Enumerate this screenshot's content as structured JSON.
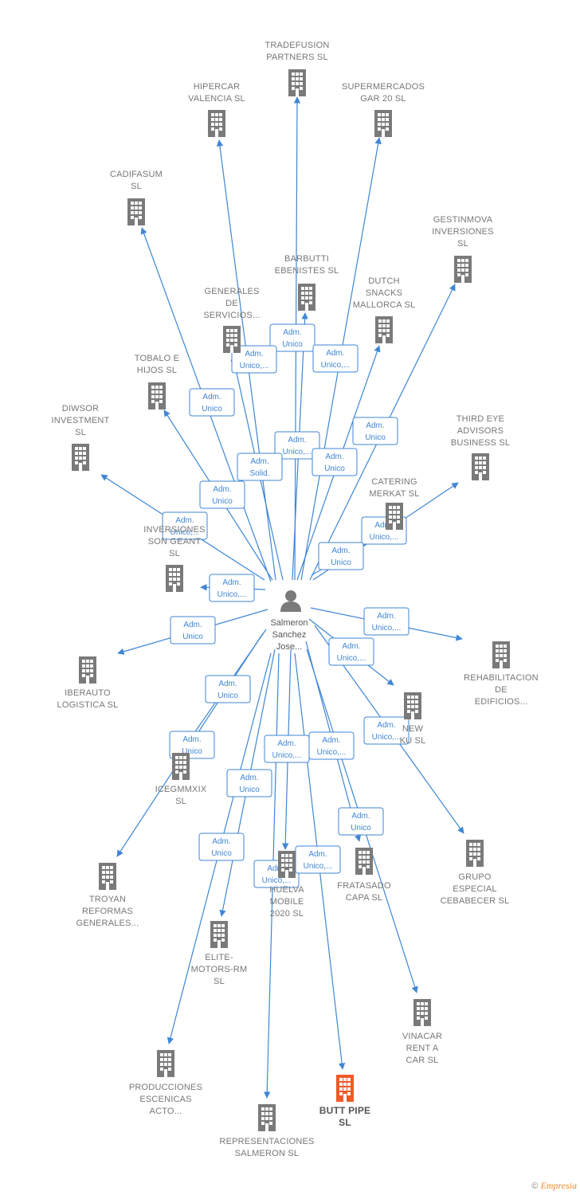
{
  "colors": {
    "edge": "#3f86d6",
    "building": "#7a7a7a",
    "building_main": "#f05a28",
    "person": "#7a7a7a"
  },
  "center": {
    "name": [
      "Salmeron",
      "Sanchez",
      "Jose..."
    ],
    "icon": "person-icon"
  },
  "nodes": [
    {
      "id": "tradefusion",
      "lines": [
        "TRADEFUSION",
        "PARTNERS  SL"
      ],
      "edge": [
        "Adm.",
        "Unico"
      ]
    },
    {
      "id": "hipercar",
      "lines": [
        "HIPERCAR",
        "VALENCIA  SL"
      ],
      "edge": [
        "Adm.",
        "Unico"
      ]
    },
    {
      "id": "supermercados",
      "lines": [
        "SUPERMERCADOS",
        "GAR 20  SL"
      ],
      "edge": [
        "Adm.",
        "Unico,..."
      ]
    },
    {
      "id": "cadifasum",
      "lines": [
        "CADIFASUM",
        "SL"
      ],
      "edge": [
        "Adm.",
        "Unico"
      ]
    },
    {
      "id": "gestinmova",
      "lines": [
        "GESTINMOVA",
        "INVERSIONES",
        "SL"
      ],
      "edge": [
        "Adm.",
        "Unico"
      ]
    },
    {
      "id": "barbutti",
      "lines": [
        "BARBUTTI",
        "EBENISTES SL"
      ],
      "edge": [
        "Adm.",
        "Unico,..."
      ]
    },
    {
      "id": "dutch",
      "lines": [
        "DUTCH",
        "SNACKS",
        "MALLORCA  SL"
      ],
      "edge": [
        "Adm.",
        "Unico"
      ]
    },
    {
      "id": "generales",
      "lines": [
        "GENERALES",
        "DE",
        "SERVICIOS..."
      ],
      "edge": [
        "Adm.",
        "Unico,..."
      ]
    },
    {
      "id": "tobalo",
      "lines": [
        "TOBALO E",
        "HIJOS  SL"
      ],
      "edge": [
        "Adm.",
        "Solid."
      ]
    },
    {
      "id": "diwsor",
      "lines": [
        "DIWSOR",
        "INVESTMENT",
        "SL"
      ],
      "edge": [
        "Adm.",
        "Unico,..."
      ]
    },
    {
      "id": "thirdeye",
      "lines": [
        "THIRD EYE",
        "ADVISORS",
        "BUSINESS  SL"
      ],
      "edge": [
        "Adm.",
        "Unico,..."
      ]
    },
    {
      "id": "catering",
      "lines": [
        "CATERING",
        "MERKAT  SL"
      ],
      "edge": [
        "Adm.",
        "Unico"
      ]
    },
    {
      "id": "inversiones_son",
      "lines": [
        "INVERSIONES",
        "SON GEANT",
        "SL"
      ],
      "edge": [
        "Adm.",
        "Unico,..."
      ]
    },
    {
      "id": "iberauto",
      "lines": [
        "IBERAUTO",
        "LOGISTICA  SL"
      ],
      "edge": [
        "Adm.",
        "Unico"
      ]
    },
    {
      "id": "rehabilitacion",
      "lines": [
        "REHABILITACION",
        "DE",
        "EDIFICIOS..."
      ],
      "edge": [
        "Adm.",
        "Unico,..."
      ]
    },
    {
      "id": "newku",
      "lines": [
        "NEW",
        "KU  SL"
      ],
      "edge": [
        "Adm.",
        "Unico,..."
      ]
    },
    {
      "id": "icegmmxix",
      "lines": [
        "ICEGMMXIX",
        "SL"
      ],
      "edge": [
        "Adm.",
        "Unico"
      ]
    },
    {
      "id": "troyan",
      "lines": [
        "TROYAN",
        "REFORMAS",
        "GENERALES..."
      ],
      "edge": [
        "Adm.",
        "Unico"
      ]
    },
    {
      "id": "grupo",
      "lines": [
        "GRUPO",
        "ESPECIAL",
        "CEBABECER SL"
      ],
      "edge": [
        "Adm.",
        "Unico,..."
      ]
    },
    {
      "id": "fratasado",
      "lines": [
        "FRATASADO",
        "CAPA  SL"
      ],
      "edge": [
        "Adm.",
        "Unico,..."
      ]
    },
    {
      "id": "huelva",
      "lines": [
        "HUELVA",
        "MOBILE",
        "2020  SL"
      ],
      "edge": [
        "Adm.",
        "Unico,..."
      ]
    },
    {
      "id": "elite",
      "lines": [
        "ELITE-",
        "MOTORS-RM",
        "SL"
      ],
      "edge": [
        "Adm.",
        "Unico"
      ]
    },
    {
      "id": "vinacar",
      "lines": [
        "VINACAR",
        "RENT A",
        "CAR SL"
      ],
      "edge": [
        "Adm.",
        "Unico"
      ]
    },
    {
      "id": "producciones",
      "lines": [
        "PRODUCCIONES",
        "ESCENICAS",
        "ACTO..."
      ],
      "edge": [
        "Adm.",
        "Unico"
      ]
    },
    {
      "id": "representaciones",
      "lines": [
        "REPRESENTACIONES",
        "SALMERON  SL"
      ],
      "edge": [
        "Adm.",
        "Unico,..."
      ]
    },
    {
      "id": "buttpipe",
      "lines": [
        "BUTT PIPE",
        "SL"
      ],
      "edge": [
        "Adm.",
        "Unico,..."
      ],
      "main": true
    }
  ],
  "footer": {
    "copyright": "©",
    "brand": "Empresia"
  }
}
